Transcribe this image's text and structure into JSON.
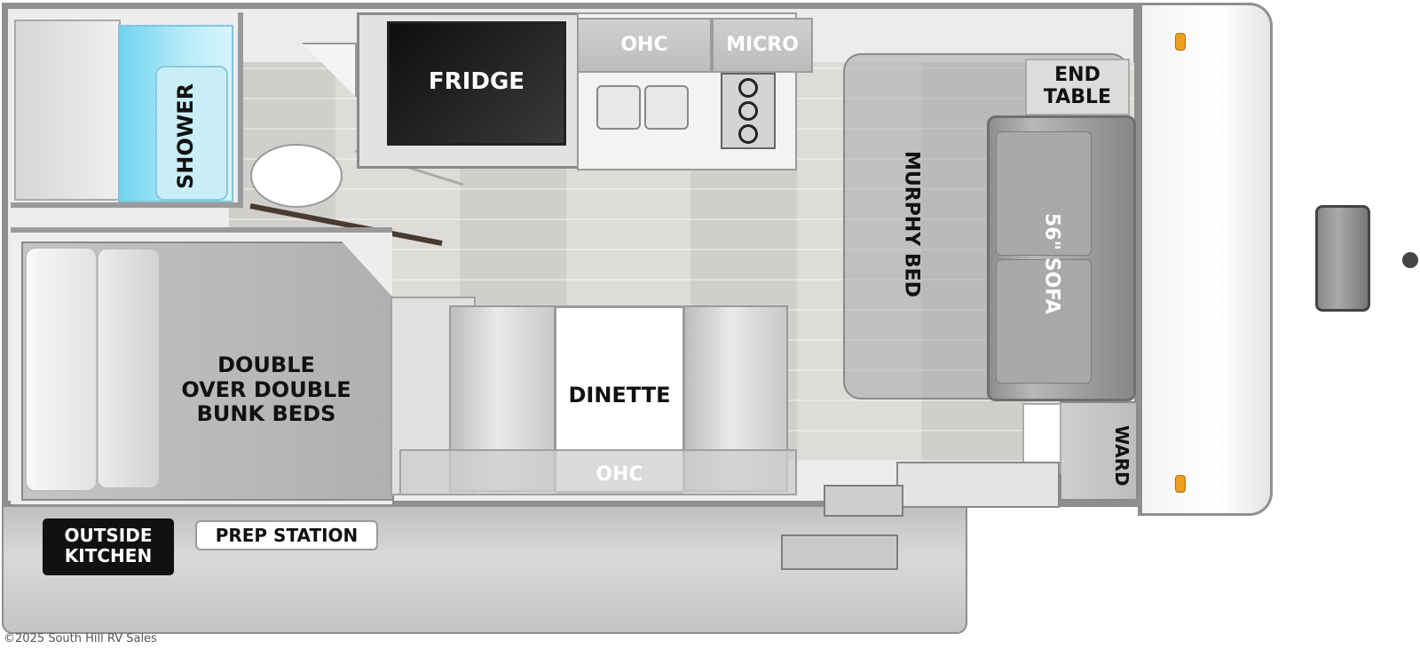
{
  "labels": {
    "shower": "SHOWER",
    "fridge": "FRIDGE",
    "ohc_kitchen": "OHC",
    "micro": "MICRO",
    "end_table": "END\nTABLE",
    "murphy_bed": "MURPHY BED",
    "sofa": "56\" SOFA",
    "bunk_beds": "DOUBLE\nOVER DOUBLE\nBUNK BEDS",
    "dinette": "DINETTE",
    "ohc_dinette": "OHC",
    "ward": "WARD",
    "outside_kitchen": "OUTSIDE\nKITCHEN",
    "prep_station": "PREP STATION"
  },
  "watermark": "©2025 South Hill RV Sales",
  "colors": {
    "wall": "#9a9a9a",
    "floor": "#d9d7d3",
    "shower_glass": "#9fe0f4",
    "fridge": "#1a1a1a",
    "awning": "#cfcfd1",
    "outside_kitchen_bg": "#111111",
    "marker_lights": "#f0a020"
  }
}
